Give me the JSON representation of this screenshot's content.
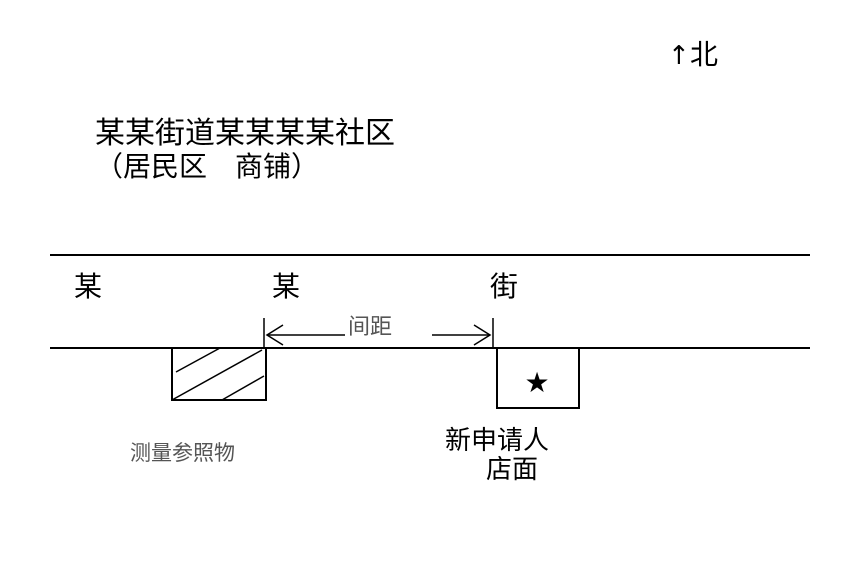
{
  "north": {
    "arrow": "↑",
    "label": "北"
  },
  "title": {
    "line1": "某某街道某某某某社区",
    "line2": "（居民区　商铺）"
  },
  "street": {
    "chars": [
      "某",
      "某",
      "街"
    ]
  },
  "distance_label": "间距",
  "reference": {
    "label": "测量参照物"
  },
  "shop": {
    "line1": "新申请人",
    "line2": "店面",
    "marker": "★"
  }
}
